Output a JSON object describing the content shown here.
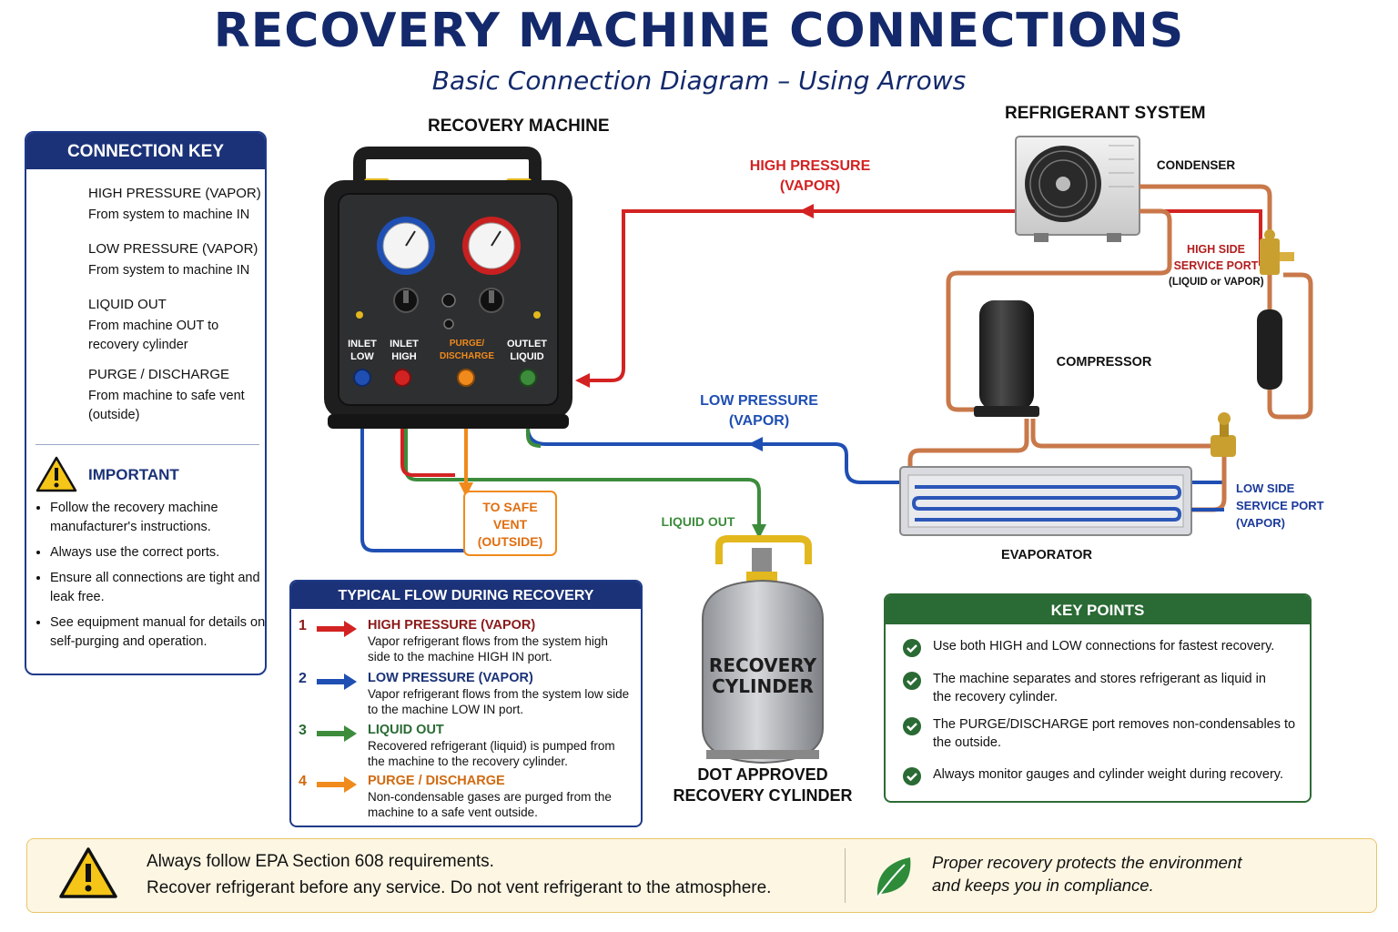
{
  "header": {
    "title": "RECOVERY MACHINE CONNECTIONS",
    "subtitle": "Basic Connection Diagram – Using Arrows"
  },
  "machine": {
    "heading": "RECOVERY MACHINE",
    "ports": [
      {
        "line1": "INLET",
        "line2": "LOW",
        "color": "#1f4fb3"
      },
      {
        "line1": "INLET",
        "line2": "HIGH",
        "color": "#d32222"
      },
      {
        "line1": "PURGE/",
        "line2": "DISCHARGE",
        "color": "#f08a1c"
      },
      {
        "line1": "OUTLET",
        "line2": "LIQUID",
        "color": "#3c8c3c"
      }
    ]
  },
  "system": {
    "heading": "REFRIGERANT SYSTEM",
    "condenser": "CONDENSER",
    "compressor": "COMPRESSOR",
    "evaporator": "EVAPORATOR",
    "high_side": {
      "line1": "HIGH SIDE",
      "line2": "SERVICE PORT",
      "line3": "(LIQUID or VAPOR)"
    },
    "low_side": {
      "line1": "LOW SIDE",
      "line2": "SERVICE PORT",
      "line3": "(VAPOR)"
    }
  },
  "flow_labels": {
    "high_pressure": {
      "line1": "HIGH PRESSURE",
      "line2": "(VAPOR)"
    },
    "low_pressure": {
      "line1": "LOW PRESSURE",
      "line2": "(VAPOR)"
    },
    "safe_vent": {
      "line1": "TO SAFE",
      "line2": "VENT",
      "line3": "(OUTSIDE)"
    },
    "liquid_out": "LIQUID OUT"
  },
  "cylinder": {
    "body_line1": "RECOVERY",
    "body_line2": "CYLINDER",
    "caption_line1": "DOT APPROVED",
    "caption_line2": "RECOVERY CYLINDER"
  },
  "connection_key": {
    "heading": "CONNECTION KEY",
    "items": [
      {
        "title": "HIGH PRESSURE (VAPOR)",
        "desc": "From system to machine IN",
        "color": "#d32222"
      },
      {
        "title": "LOW PRESSURE (VAPOR)",
        "desc": "From system to machine IN",
        "color": "#1f4fb3"
      },
      {
        "title": "LIQUID OUT",
        "desc": "From machine OUT to recovery cylinder",
        "color": "#3c8c3c"
      },
      {
        "title": "PURGE / DISCHARGE",
        "desc": "From machine to safe vent (outside)",
        "color": "#f08a1c"
      }
    ]
  },
  "important": {
    "heading": "IMPORTANT",
    "items": [
      "Follow the recovery machine manufacturer's instructions.",
      "Always use the correct ports.",
      "Ensure all connections are tight and leak free.",
      "See equipment manual for details on self-purging and operation."
    ]
  },
  "typical_flow": {
    "heading": "TYPICAL FLOW DURING RECOVERY",
    "items": [
      {
        "num": "1",
        "title": "HIGH PRESSURE (VAPOR)",
        "desc": "Vapor refrigerant flows from the system high side to the machine HIGH IN port.",
        "color": "#d32222",
        "title_color": "#8b1a1a"
      },
      {
        "num": "2",
        "title": "LOW PRESSURE (VAPOR)",
        "desc": "Vapor refrigerant flows from the system low side to the machine LOW IN port.",
        "color": "#1f4fb3",
        "title_color": "#1b3278"
      },
      {
        "num": "3",
        "title": "LIQUID OUT",
        "desc": "Recovered refrigerant (liquid) is pumped from the machine to the recovery cylinder.",
        "color": "#3c8c3c",
        "title_color": "#2a6a34"
      },
      {
        "num": "4",
        "title": "PURGE / DISCHARGE",
        "desc": "Non-condensable gases are purged from the machine to a safe vent outside.",
        "color": "#f08a1c",
        "title_color": "#d06a10"
      }
    ]
  },
  "key_points": {
    "heading": "KEY POINTS",
    "items": [
      "Use both HIGH and LOW connections for fastest recovery.",
      "The machine separates and stores refrigerant as liquid in the recovery cylinder.",
      "The PURGE/DISCHARGE port removes non-condensables to the outside.",
      "Always monitor gauges and cylinder weight during recovery."
    ]
  },
  "banner": {
    "line1": "Always follow EPA Section 608 requirements.",
    "line2": "Recover refrigerant before any service. Do not vent refrigerant to the atmosphere.",
    "right_line1": "Proper recovery protects the environment",
    "right_line2": "and keeps you in compliance."
  },
  "colors": {
    "navy": "#13296b",
    "red": "#d32222",
    "blue": "#1f4fb3",
    "green": "#3c8c3c",
    "orange": "#f08a1c",
    "copper": "#c9784a"
  }
}
